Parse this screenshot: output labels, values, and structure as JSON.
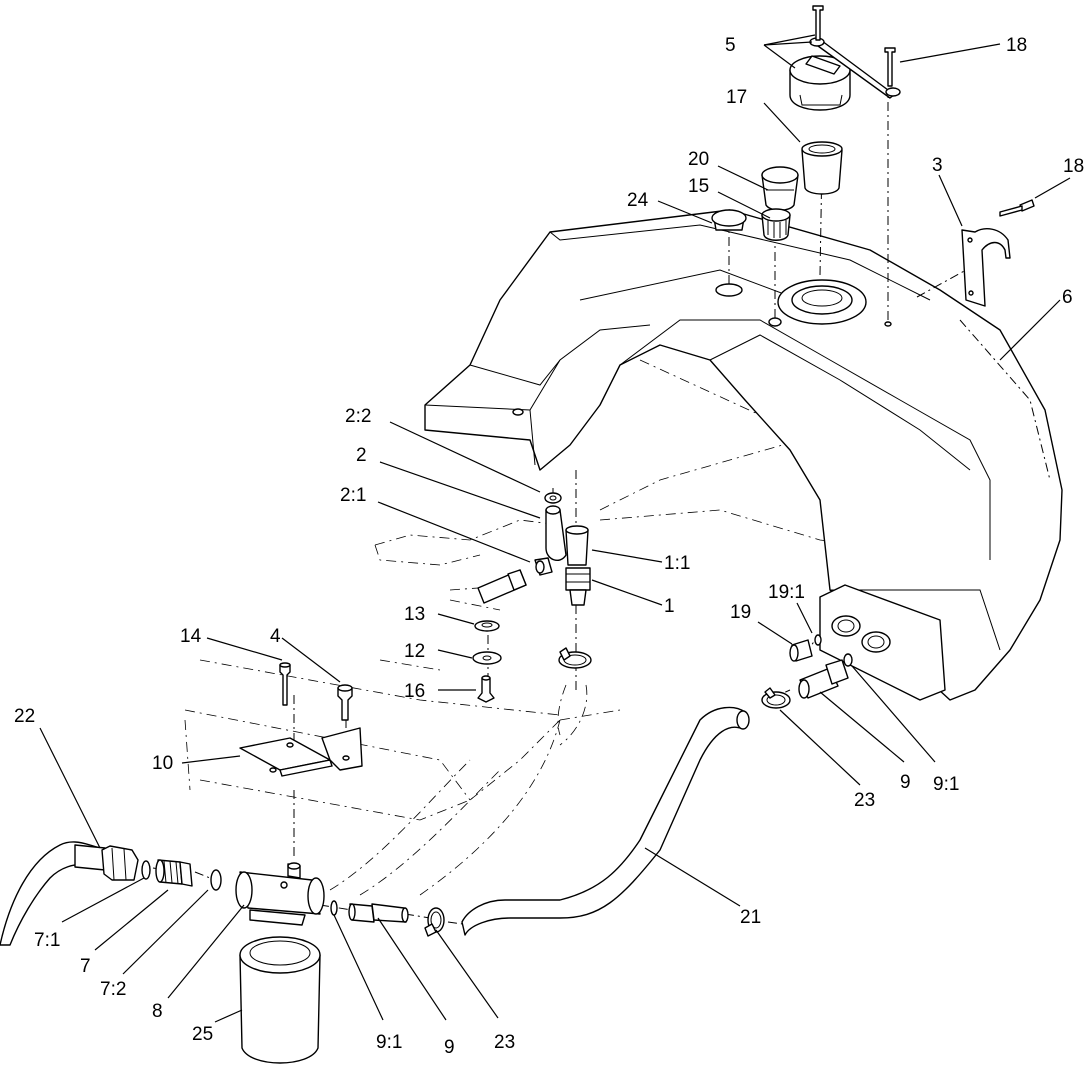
{
  "callouts": [
    {
      "id": "c-5",
      "text": "5"
    },
    {
      "id": "c-18-top",
      "text": "18"
    },
    {
      "id": "c-17",
      "text": "17"
    },
    {
      "id": "c-20",
      "text": "20"
    },
    {
      "id": "c-15",
      "text": "15"
    },
    {
      "id": "c-24",
      "text": "24"
    },
    {
      "id": "c-3",
      "text": "3"
    },
    {
      "id": "c-18-right",
      "text": "18"
    },
    {
      "id": "c-6",
      "text": "6"
    },
    {
      "id": "c-2-2",
      "text": "2:2"
    },
    {
      "id": "c-2",
      "text": "2"
    },
    {
      "id": "c-2-1",
      "text": "2:1"
    },
    {
      "id": "c-1-1",
      "text": "1:1"
    },
    {
      "id": "c-1",
      "text": "1"
    },
    {
      "id": "c-13",
      "text": "13"
    },
    {
      "id": "c-12",
      "text": "12"
    },
    {
      "id": "c-16",
      "text": "16"
    },
    {
      "id": "c-14",
      "text": "14"
    },
    {
      "id": "c-4",
      "text": "4"
    },
    {
      "id": "c-10",
      "text": "10"
    },
    {
      "id": "c-22",
      "text": "22"
    },
    {
      "id": "c-19-1",
      "text": "19:1"
    },
    {
      "id": "c-19",
      "text": "19"
    },
    {
      "id": "c-9-1-right",
      "text": "9:1"
    },
    {
      "id": "c-9-right",
      "text": "9"
    },
    {
      "id": "c-23-right",
      "text": "23"
    },
    {
      "id": "c-21",
      "text": "21"
    },
    {
      "id": "c-7-1",
      "text": "7:1"
    },
    {
      "id": "c-7",
      "text": "7"
    },
    {
      "id": "c-7-2",
      "text": "7:2"
    },
    {
      "id": "c-8",
      "text": "8"
    },
    {
      "id": "c-25",
      "text": "25"
    },
    {
      "id": "c-9-1-bottom",
      "text": "9:1"
    },
    {
      "id": "c-9-bottom",
      "text": "9"
    },
    {
      "id": "c-23-bottom",
      "text": "23"
    }
  ]
}
